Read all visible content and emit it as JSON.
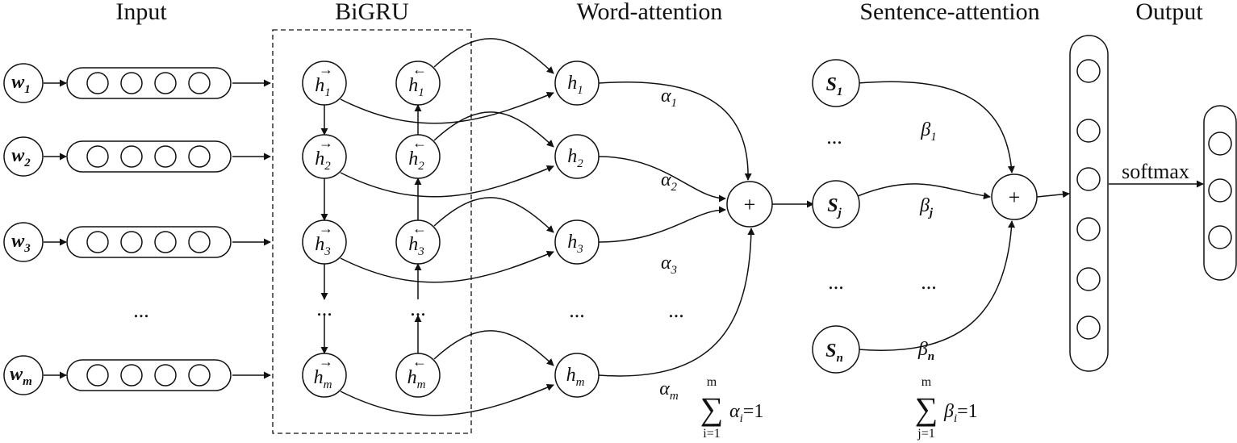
{
  "titles": {
    "input": "Input",
    "bigru": "BiGRU",
    "word_attention": "Word-attention",
    "sentence_attention": "Sentence-attention",
    "output": "Output"
  },
  "input_words": [
    {
      "base": "w",
      "sub": "1"
    },
    {
      "base": "w",
      "sub": "2"
    },
    {
      "base": "w",
      "sub": "3"
    },
    {
      "base": "w",
      "sub": "m"
    }
  ],
  "forward_states": [
    {
      "base": "h",
      "sub": "1",
      "arrow": "→"
    },
    {
      "base": "h",
      "sub": "2",
      "arrow": "→"
    },
    {
      "base": "h",
      "sub": "3",
      "arrow": "→"
    },
    {
      "base": "h",
      "sub": "m",
      "arrow": "→"
    }
  ],
  "backward_states": [
    {
      "base": "h",
      "sub": "1",
      "arrow": "←"
    },
    {
      "base": "h",
      "sub": "2",
      "arrow": "←"
    },
    {
      "base": "h",
      "sub": "3",
      "arrow": "←"
    },
    {
      "base": "h",
      "sub": "m",
      "arrow": "←"
    }
  ],
  "hidden_states": [
    {
      "base": "h",
      "sub": "1"
    },
    {
      "base": "h",
      "sub": "2"
    },
    {
      "base": "h",
      "sub": "3"
    },
    {
      "base": "h",
      "sub": "m"
    }
  ],
  "word_weights": [
    {
      "base": "α",
      "sub": "1"
    },
    {
      "base": "α",
      "sub": "2"
    },
    {
      "base": "α",
      "sub": "3"
    },
    {
      "base": "α",
      "sub": "m"
    }
  ],
  "sentence_nodes": [
    {
      "base": "S",
      "sub": "1"
    },
    {
      "base": "S",
      "sub": "j"
    },
    {
      "base": "S",
      "sub": "n"
    }
  ],
  "sentence_weights": [
    {
      "base": "β",
      "sub": "1"
    },
    {
      "base": "β",
      "sub": "j"
    },
    {
      "base": "β",
      "sub": "n"
    }
  ],
  "ellipsis": "...",
  "plus_symbol": "+",
  "softmax_label": "softmax",
  "word_constraint": {
    "sigma": "∑",
    "upper": "m",
    "lower": "i=1",
    "term": "α",
    "term_sub": "i",
    "rhs": "=1"
  },
  "sentence_constraint": {
    "sigma": "∑",
    "upper": "m",
    "lower": "j=1",
    "term": "β",
    "term_sub": "i",
    "rhs": "=1"
  }
}
